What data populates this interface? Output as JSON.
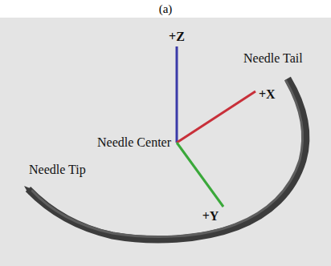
{
  "diagram": {
    "title": "(a)",
    "labels": [
      "+Z",
      "+X",
      "+Y",
      "Needle Center",
      "Needle Tail",
      "Needle Tip"
    ]
  }
}
